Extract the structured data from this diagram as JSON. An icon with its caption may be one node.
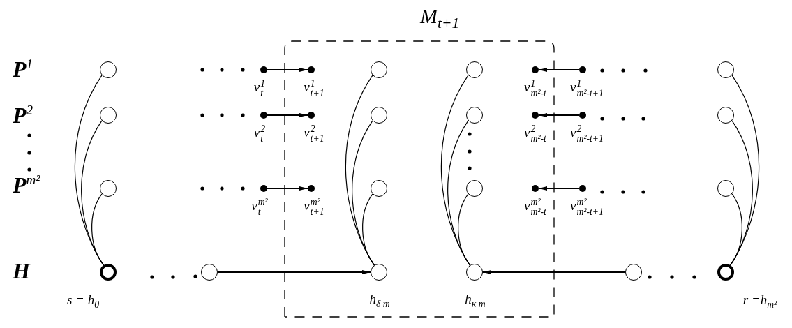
{
  "diagram": {
    "nodes": [
      {
        "text": [
          "M$_{t+1}$"
        ]
      },
      {
        "text": [],
        "shape": "circle"
      },
      {
        "text": [],
        "shape": "circle"
      },
      {
        "text": [],
        "shape": "circle"
      },
      {
        "text": [
          "s = h$_{0}$"
        ]
      },
      {
        "text": [],
        "shape": "circle"
      },
      {
        "text": [
          "v$^{1}$$_{t}$"
        ]
      },
      {
        "text": [
          "v$^{1}$$_{t+1}$"
        ],
        "in": 0
      },
      {
        "text": [
          "v$^{2}$$_{t}$"
        ]
      },
      {
        "text": [
          "v$^{2}$$_{t+1}$"
        ],
        "in": 0
      },
      {
        "text": [
          "v$^{m²}$$_{t}$"
        ]
      },
      {
        "text": [
          "v$^{m²}$$_{t+1}$"
        ],
        "in": 0
      },
      {
        "text": [],
        "shape": "circle",
        "in": 0
      },
      {
        "text": [],
        "shape": "circle",
        "in": 0
      },
      {
        "text": [],
        "shape": "circle",
        "in": 0
      },
      {
        "text": [
          "h$_{δ m}$"
        ],
        "in": 0
      },
      {
        "text": [],
        "shape": "circle",
        "in": 0
      },
      {
        "text": [],
        "shape": "circle",
        "in": 0
      },
      {
        "text": [],
        "shape": "circle",
        "in": 0
      },
      {
        "text": [
          "h$_{κ m}$"
        ],
        "in": 0
      },
      {
        "text": [
          "v$^{1}$$_{m²-t}$"
        ],
        "in": 0
      },
      {
        "text": [
          "v$^{1}$$_{m²-t+1}$"
        ]
      },
      {
        "text": [
          "v$^{2}$$_{m²-t}$"
        ],
        "in": 0
      },
      {
        "text": [
          "v$^{2}$$_{m²-t+1}$"
        ]
      },
      {
        "text": [
          "v$^{m²}$$_{m²-t}$"
        ],
        "in": 0
      },
      {
        "text": [
          "v$^{m²}$$_{m²-t+1}$"
        ]
      },
      {
        "text": [],
        "shape": "circle"
      },
      {
        "text": [],
        "shape": "circle"
      },
      {
        "text": [],
        "shape": "circle"
      },
      {
        "text": [],
        "shape": "circle"
      },
      {
        "text": [
          "r =h$_{m²}$"
        ]
      }
    ],
    "edges": [
      {
        "from": 1,
        "to": 4,
        "arrow": "none"
      },
      {
        "from": 2,
        "to": 4,
        "arrow": "none"
      },
      {
        "from": 3,
        "to": 4,
        "arrow": "none"
      },
      {
        "from": 6,
        "to": 7,
        "arrow": "to"
      },
      {
        "from": 8,
        "to": 9,
        "arrow": "to"
      },
      {
        "from": 10,
        "to": 11,
        "arrow": "to"
      },
      {
        "from": 12,
        "to": 15,
        "arrow": "none"
      },
      {
        "from": 13,
        "to": 15,
        "arrow": "none"
      },
      {
        "from": 14,
        "to": 15,
        "arrow": "none"
      },
      {
        "from": 16,
        "to": 19,
        "arrow": "none"
      },
      {
        "from": 17,
        "to": 19,
        "arrow": "none"
      },
      {
        "from": 18,
        "to": 19,
        "arrow": "none"
      },
      {
        "from": 5,
        "to": 15,
        "arrow": "to"
      },
      {
        "from": 26,
        "to": 19,
        "arrow": "to"
      },
      {
        "from": 21,
        "to": 20,
        "arrow": "to"
      },
      {
        "from": 23,
        "to": 22,
        "arrow": "to"
      },
      {
        "from": 25,
        "to": 24,
        "arrow": "to"
      },
      {
        "from": 27,
        "to": 30,
        "arrow": "none"
      },
      {
        "from": 28,
        "to": 30,
        "arrow": "none"
      },
      {
        "from": 29,
        "to": 30,
        "arrow": "none"
      }
    ],
    "labels": [
      "P$^{1}$",
      "P$^{2}$",
      "P$^{m²}$",
      "H"
    ]
  }
}
